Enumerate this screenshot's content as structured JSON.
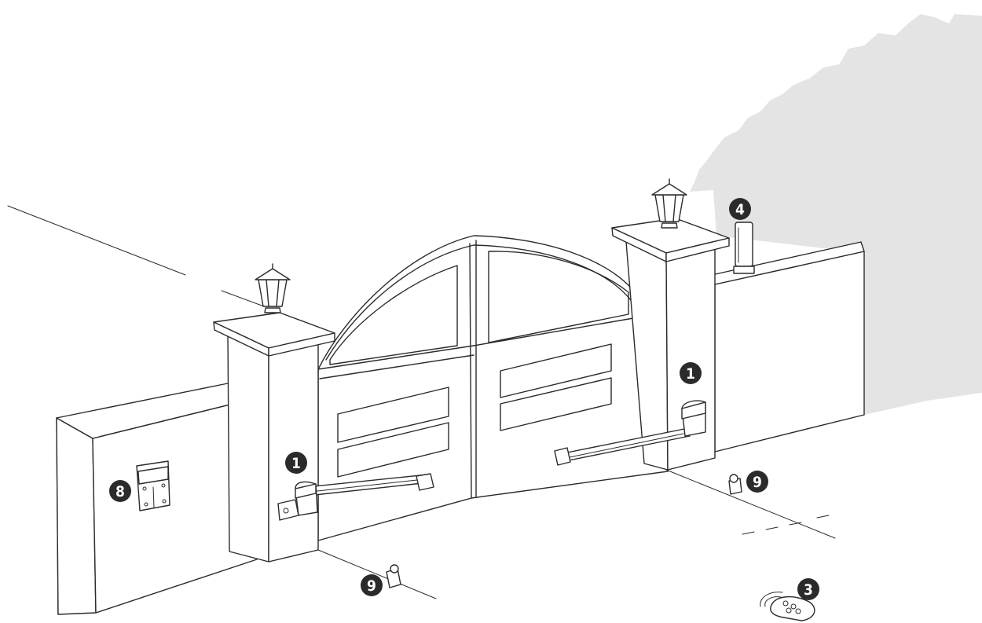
{
  "callouts": [
    {
      "id": "motor-left",
      "label": "1"
    },
    {
      "id": "motor-right",
      "label": "1"
    },
    {
      "id": "remote",
      "label": "3"
    },
    {
      "id": "flashing-light",
      "label": "4"
    },
    {
      "id": "control-unit",
      "label": "8"
    },
    {
      "id": "photocell-left",
      "label": "9"
    },
    {
      "id": "photocell-right",
      "label": "9"
    }
  ],
  "colors": {
    "line": "#2b2b2b",
    "background": "#ffffff",
    "foliage": "#e4e4e5",
    "badge": "#2b2b2b"
  }
}
